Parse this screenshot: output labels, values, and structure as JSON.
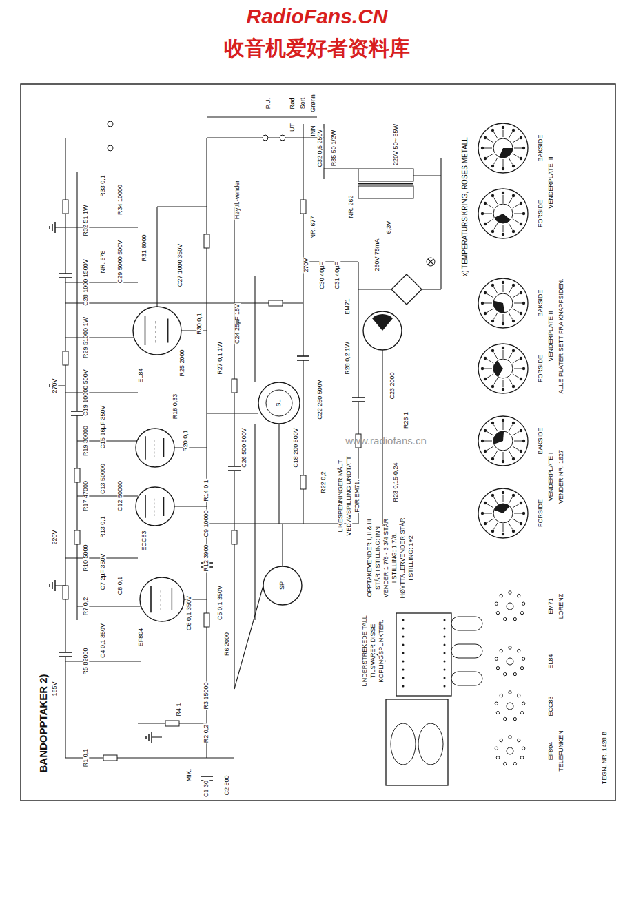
{
  "diagram": {
    "title": "BANDOPPTAKER 2)",
    "labels": [
      "RadioFans.CN",
      "收音机爱好者资料库",
      "www.radiofans.cn",
      "TEGN. NR. 1428 B",
      "x) TEMPERATURSIKRING, ROSES METALL",
      "VENDERPLATE III",
      "FORSIDE",
      "BAKSIDE",
      "VENDERPLATE II",
      "FORSIDE",
      "BAKSIDE",
      "ALLE PLATER SETT FRA KNAPPSIDEN.",
      "VENDERPLATE I",
      "FORSIDE",
      "BAKSIDE",
      "VENDER NR. 1627",
      "EF804",
      "TELEFUNKEN",
      "ECC83",
      "EL84",
      "EM71",
      "LORENZ",
      "LIKESPENNINGER MÅLT",
      "VED AVSPILLING UNDTATT",
      "FOR EM71.",
      "OPPTAKEVENDER I, II & III",
      "STÅR I STILLING: INN",
      "VENDER 1 7/8 - 3 3/4 STÅR",
      "I STILLING: 1 7/8.",
      "HØYTTALERVENDER STÅR",
      "I STILLING: 1+2",
      "UNDERSTREKEDE TALL",
      "TILSVARER DISSE",
      "KOPLINGSPUNKTER.",
      "MIK.",
      "R1 0,1",
      "C1 30",
      "C2 500",
      "R2 0,2",
      "R3 15000",
      "R4 1",
      "R5 82000",
      "C4 0,1 350V",
      "R7 0,2",
      "C5 0,1 350V",
      "C6 0,1 350V",
      "R6 2000",
      "C7 2µF 350V",
      "R10 5000",
      "C8 0,1",
      "R13 0,1",
      "C9 10000",
      "R12 3900",
      "R14 0,1",
      "C12 50000",
      "R17 47000",
      "C13 50000",
      "C15 16µF 350V",
      "R19 30000",
      "R20 0,1",
      "R18 0,33",
      "C19 10000 500V",
      "R25 2000",
      "R29 51000 1W",
      "C28 1000 1500V",
      "R32 51 1W",
      "NR. 678",
      "R33 0,1",
      "R34 10000",
      "C29 5000 500V",
      "R31 8000",
      "C27 1000 350V",
      "R30 0,1",
      "R27 0,1 1W",
      "C24 25µF 15V",
      "C26 500 500V",
      "C18 200 500V",
      "C22 250 500V",
      "SL",
      "SP",
      "R22 0,2",
      "R23 0,15-0,24",
      "R28 0,2 1W",
      "EM71",
      "C23 2000",
      "R26 1",
      "C30 40µF",
      "C31 40µF",
      "NR. 677",
      "270V",
      "NR. 262",
      "250V 75mA",
      "6,3V",
      "R35 50 1/2W",
      "C32 0,5 250V",
      "220V 50~ 55W",
      "Høyttl.-vender",
      "EL84",
      "ECC83",
      "EF804",
      "P.U.",
      "Rød",
      "Sort",
      "Grønn",
      "INN",
      "UT",
      "165V",
      "270V",
      "220V"
    ]
  }
}
